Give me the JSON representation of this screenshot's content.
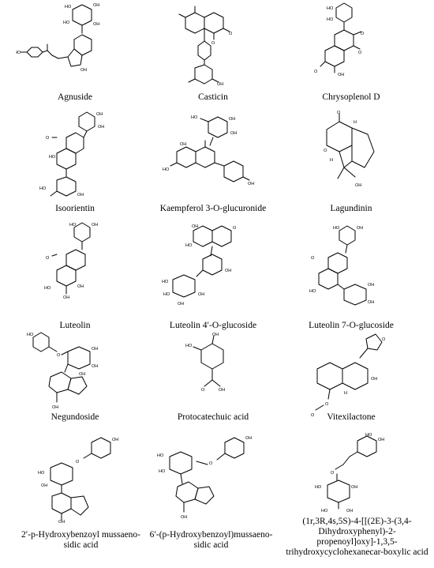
{
  "compounds": [
    {
      "name": "Agnuside"
    },
    {
      "name": "Casticin"
    },
    {
      "name": "Chrysoplenol D"
    },
    {
      "name": "Isoorientin"
    },
    {
      "name": "Kaempferol 3-O-glucuronide"
    },
    {
      "name": "Lagundinin"
    },
    {
      "name": "Luteolin"
    },
    {
      "name": "Luteolin 4′-O-glucoside"
    },
    {
      "name": "Luteolin 7-O-glucoside"
    },
    {
      "name": "Negundoside"
    },
    {
      "name": "Protocatechuic acid"
    },
    {
      "name": "Vitexilactone"
    },
    {
      "name": "2′-p-Hydroxybenzoyl mussaeno-sidic acid"
    },
    {
      "name": "6′-(p-Hydroxybenzoyl)mussaeno-sidic acid"
    },
    {
      "name": "(1r,3R,4s,5S)-4-[[(2E)-3-(3,4-Dihydroxyphenyl)-2-propenoyl]oxy]-1,3,5-trihydroxycyclohexanecar-boxylic acid"
    }
  ],
  "atom_labels": {
    "oh": "OH",
    "ho": "HO",
    "o": "O",
    "h": "H"
  }
}
